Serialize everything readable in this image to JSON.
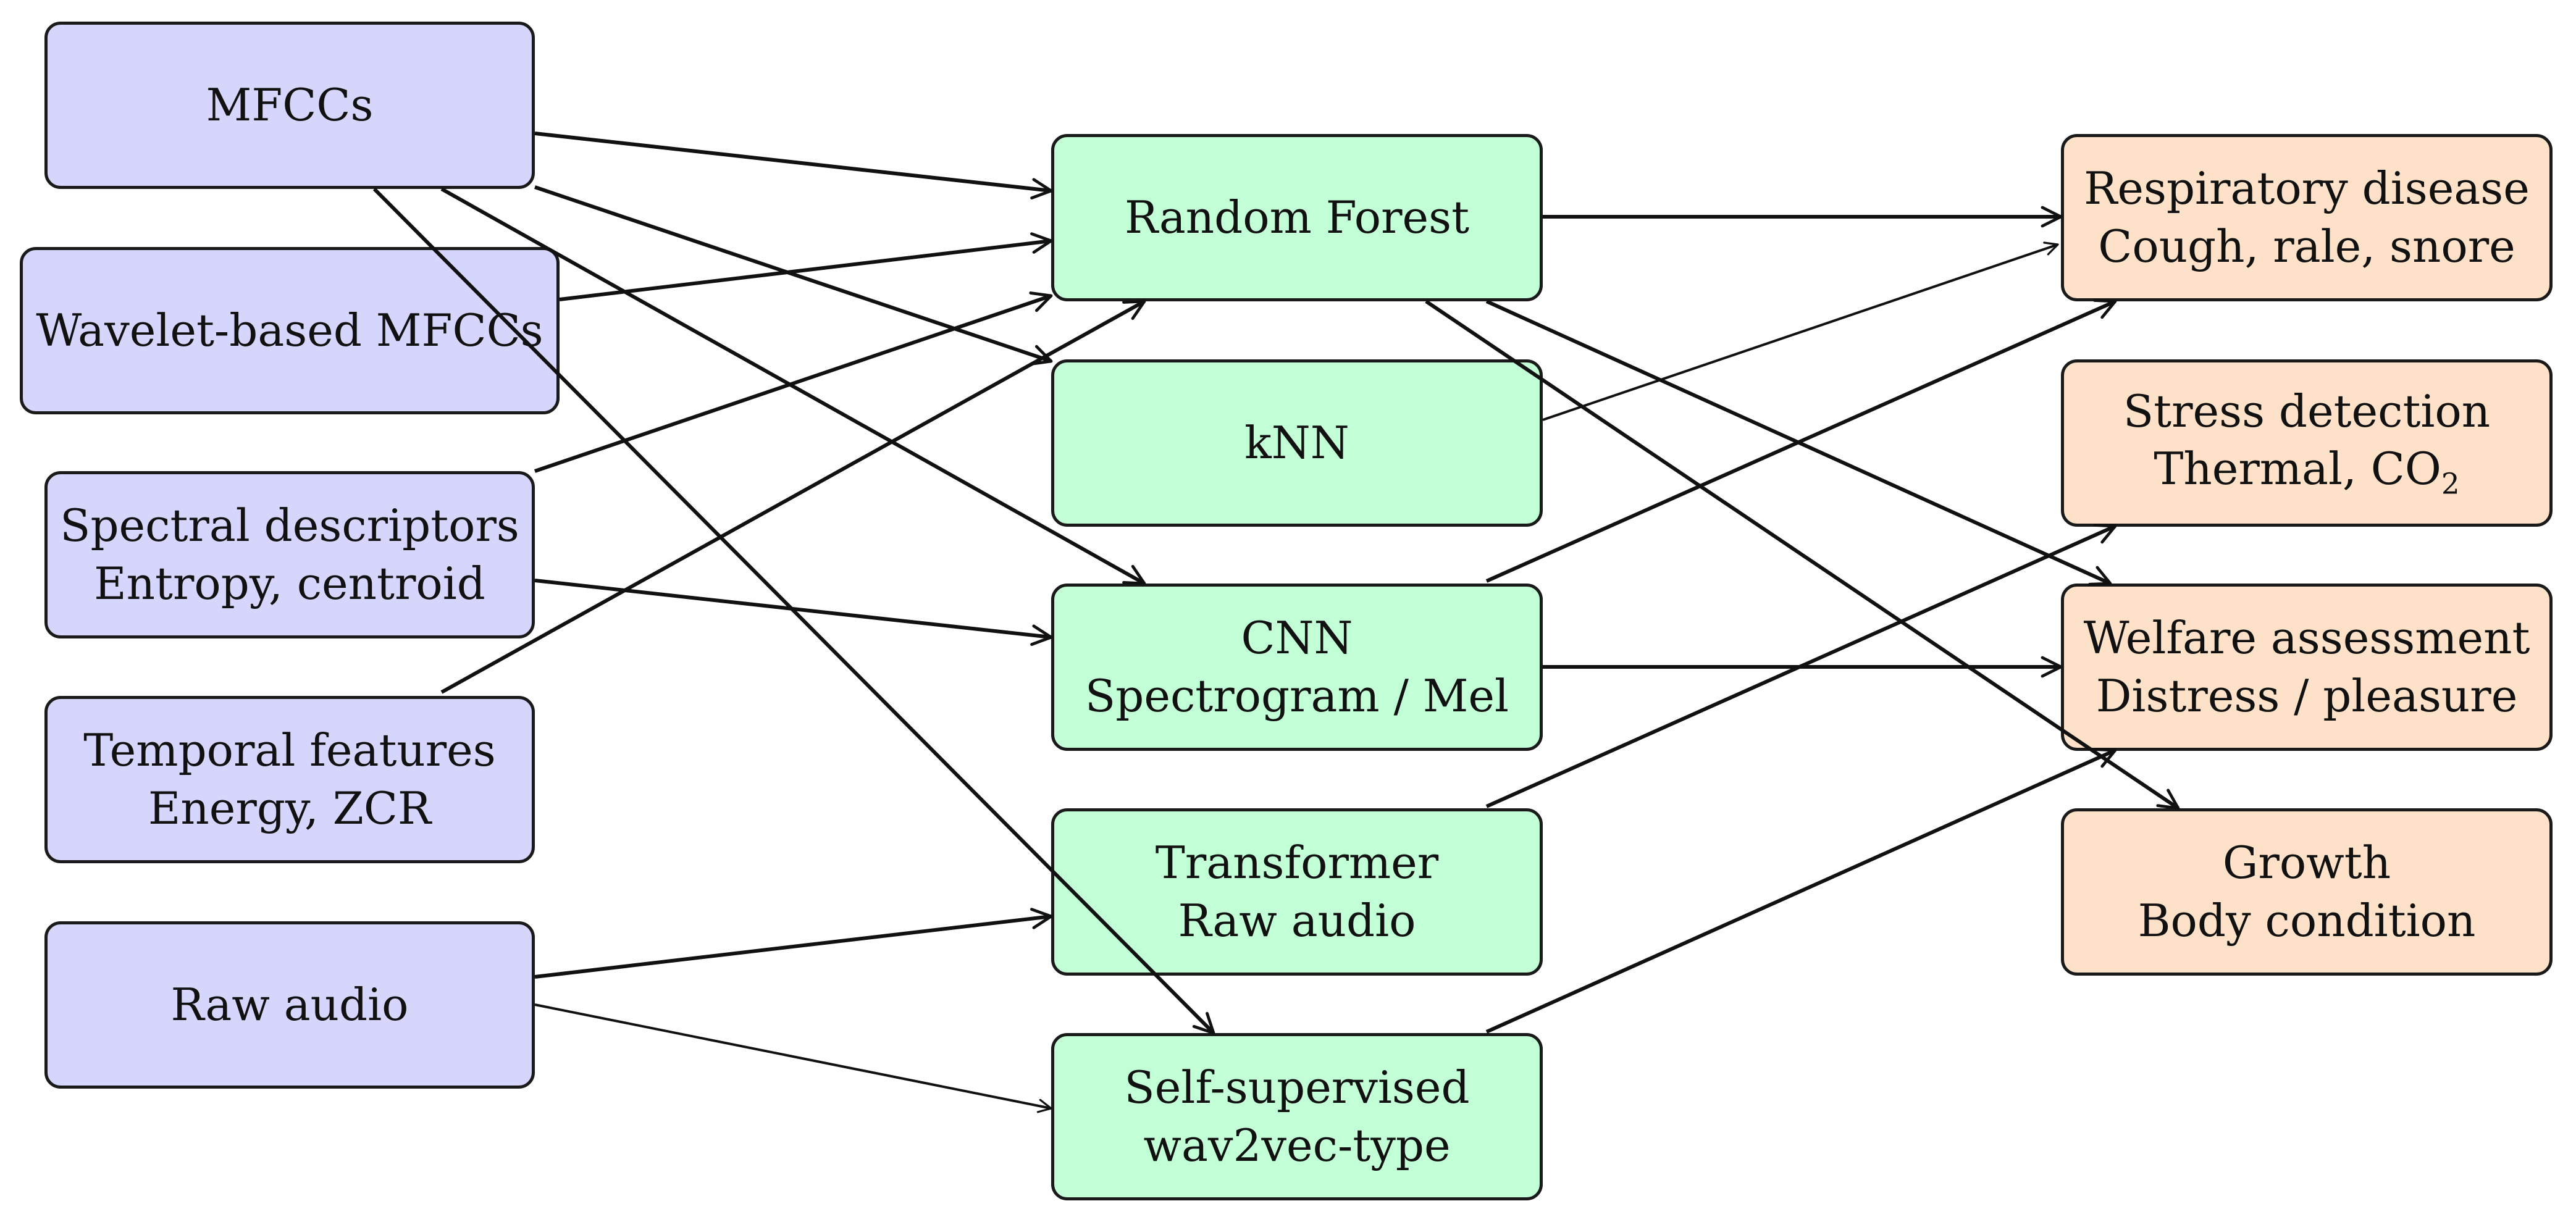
{
  "features": {
    "mfccs": {
      "label": "MFCCs"
    },
    "wavelet": {
      "label": "Wavelet-based MFCCs"
    },
    "spectral": {
      "line1": "Spectral descriptors",
      "line2": "Entropy, centroid"
    },
    "temporal": {
      "line1": "Temporal features",
      "line2": "Energy, ZCR"
    },
    "raw": {
      "label": "Raw audio"
    }
  },
  "models": {
    "rf": {
      "label": "Random Forest"
    },
    "knn": {
      "label": "kNN"
    },
    "cnn": {
      "line1": "CNN",
      "line2": "Spectrogram / Mel"
    },
    "transformer": {
      "line1": "Transformer",
      "line2": "Raw audio"
    },
    "ssl": {
      "line1": "Self-supervised",
      "line2": "wav2vec-type"
    }
  },
  "outputs": {
    "respiratory": {
      "line1": "Respiratory disease",
      "line2": "Cough, rale, snore"
    },
    "stress": {
      "line1": "Stress detection",
      "line2": "Thermal, CO",
      "line2_sub": "2"
    },
    "welfare": {
      "line1": "Welfare assessment",
      "line2": "Distress / pleasure"
    },
    "growth": {
      "line1": "Growth",
      "line2": "Body condition"
    }
  },
  "colors": {
    "feature_fill": "#d6d6fd",
    "model_fill": "#c2fed6",
    "output_fill": "#fde1c8",
    "stroke": "#1a1a1a"
  },
  "edges": [
    {
      "from": "MFCCs",
      "to": "Random Forest"
    },
    {
      "from": "MFCCs",
      "to": "kNN"
    },
    {
      "from": "MFCCs",
      "to": "CNN"
    },
    {
      "from": "MFCCs",
      "to": "Self-supervised"
    },
    {
      "from": "Wavelet-based MFCCs",
      "to": "Random Forest"
    },
    {
      "from": "Spectral descriptors",
      "to": "Random Forest"
    },
    {
      "from": "Spectral descriptors",
      "to": "CNN"
    },
    {
      "from": "Temporal features",
      "to": "Random Forest"
    },
    {
      "from": "Raw audio",
      "to": "Transformer"
    },
    {
      "from": "Raw audio",
      "to": "Self-supervised"
    },
    {
      "from": "Random Forest",
      "to": "Respiratory disease"
    },
    {
      "from": "Random Forest",
      "to": "Welfare assessment"
    },
    {
      "from": "Random Forest",
      "to": "Growth"
    },
    {
      "from": "kNN",
      "to": "Respiratory disease"
    },
    {
      "from": "CNN",
      "to": "Respiratory disease"
    },
    {
      "from": "CNN",
      "to": "Welfare assessment"
    },
    {
      "from": "Transformer",
      "to": "Stress detection"
    },
    {
      "from": "Self-supervised",
      "to": "Welfare assessment"
    }
  ]
}
